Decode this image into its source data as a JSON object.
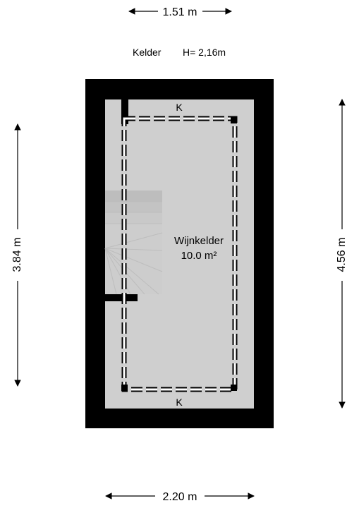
{
  "header": {
    "floor": "Kelder",
    "height": "H= 2,16m"
  },
  "dimensions": {
    "top": "1.51 m",
    "bottom": "2.20 m",
    "left": "3.84 m",
    "right": "4.56 m"
  },
  "room": {
    "name": "Wijnkelder",
    "area": "10.0 m²"
  },
  "labels": {
    "k_top": "K",
    "k_bottom": "K"
  },
  "colors": {
    "wall": "#000000",
    "floor": "#cfcfcf",
    "stairs": "#bdbdbd"
  }
}
